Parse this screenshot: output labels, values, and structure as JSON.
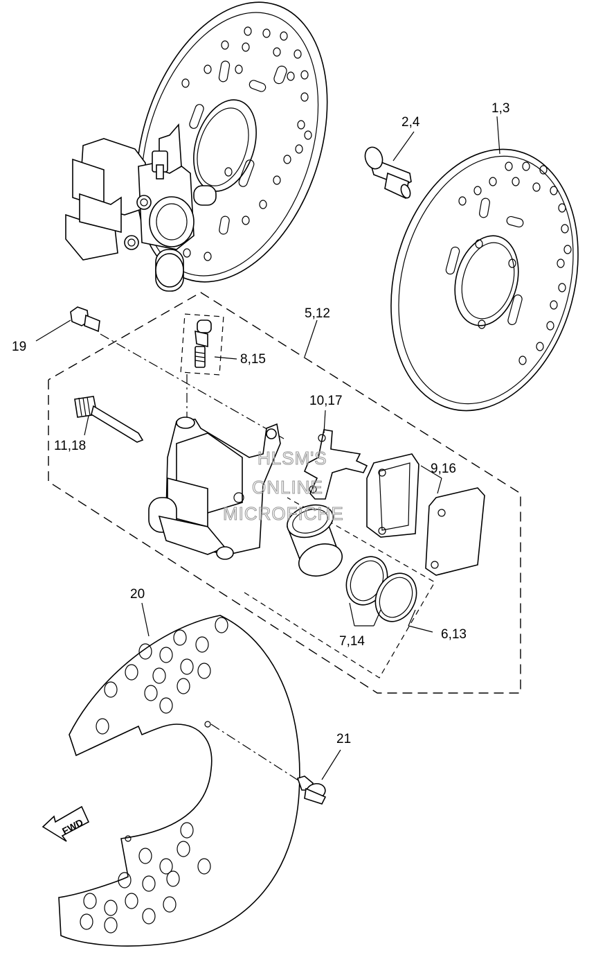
{
  "callouts": {
    "c1_3": "1,3",
    "c2_4": "2,4",
    "c5_12": "5,12",
    "c6_13": "6,13",
    "c7_14": "7,14",
    "c8_15": "8,15",
    "c9_16": "9,16",
    "c10_17": "10,17",
    "c11_18": "11,18",
    "c19": "19",
    "c20": "20",
    "c21": "21"
  },
  "watermark": {
    "line1": "HLSM'S",
    "line2": "ONLINE",
    "line3": "MICROFICHE"
  },
  "fwd_arrow": {
    "label": "FWD"
  }
}
